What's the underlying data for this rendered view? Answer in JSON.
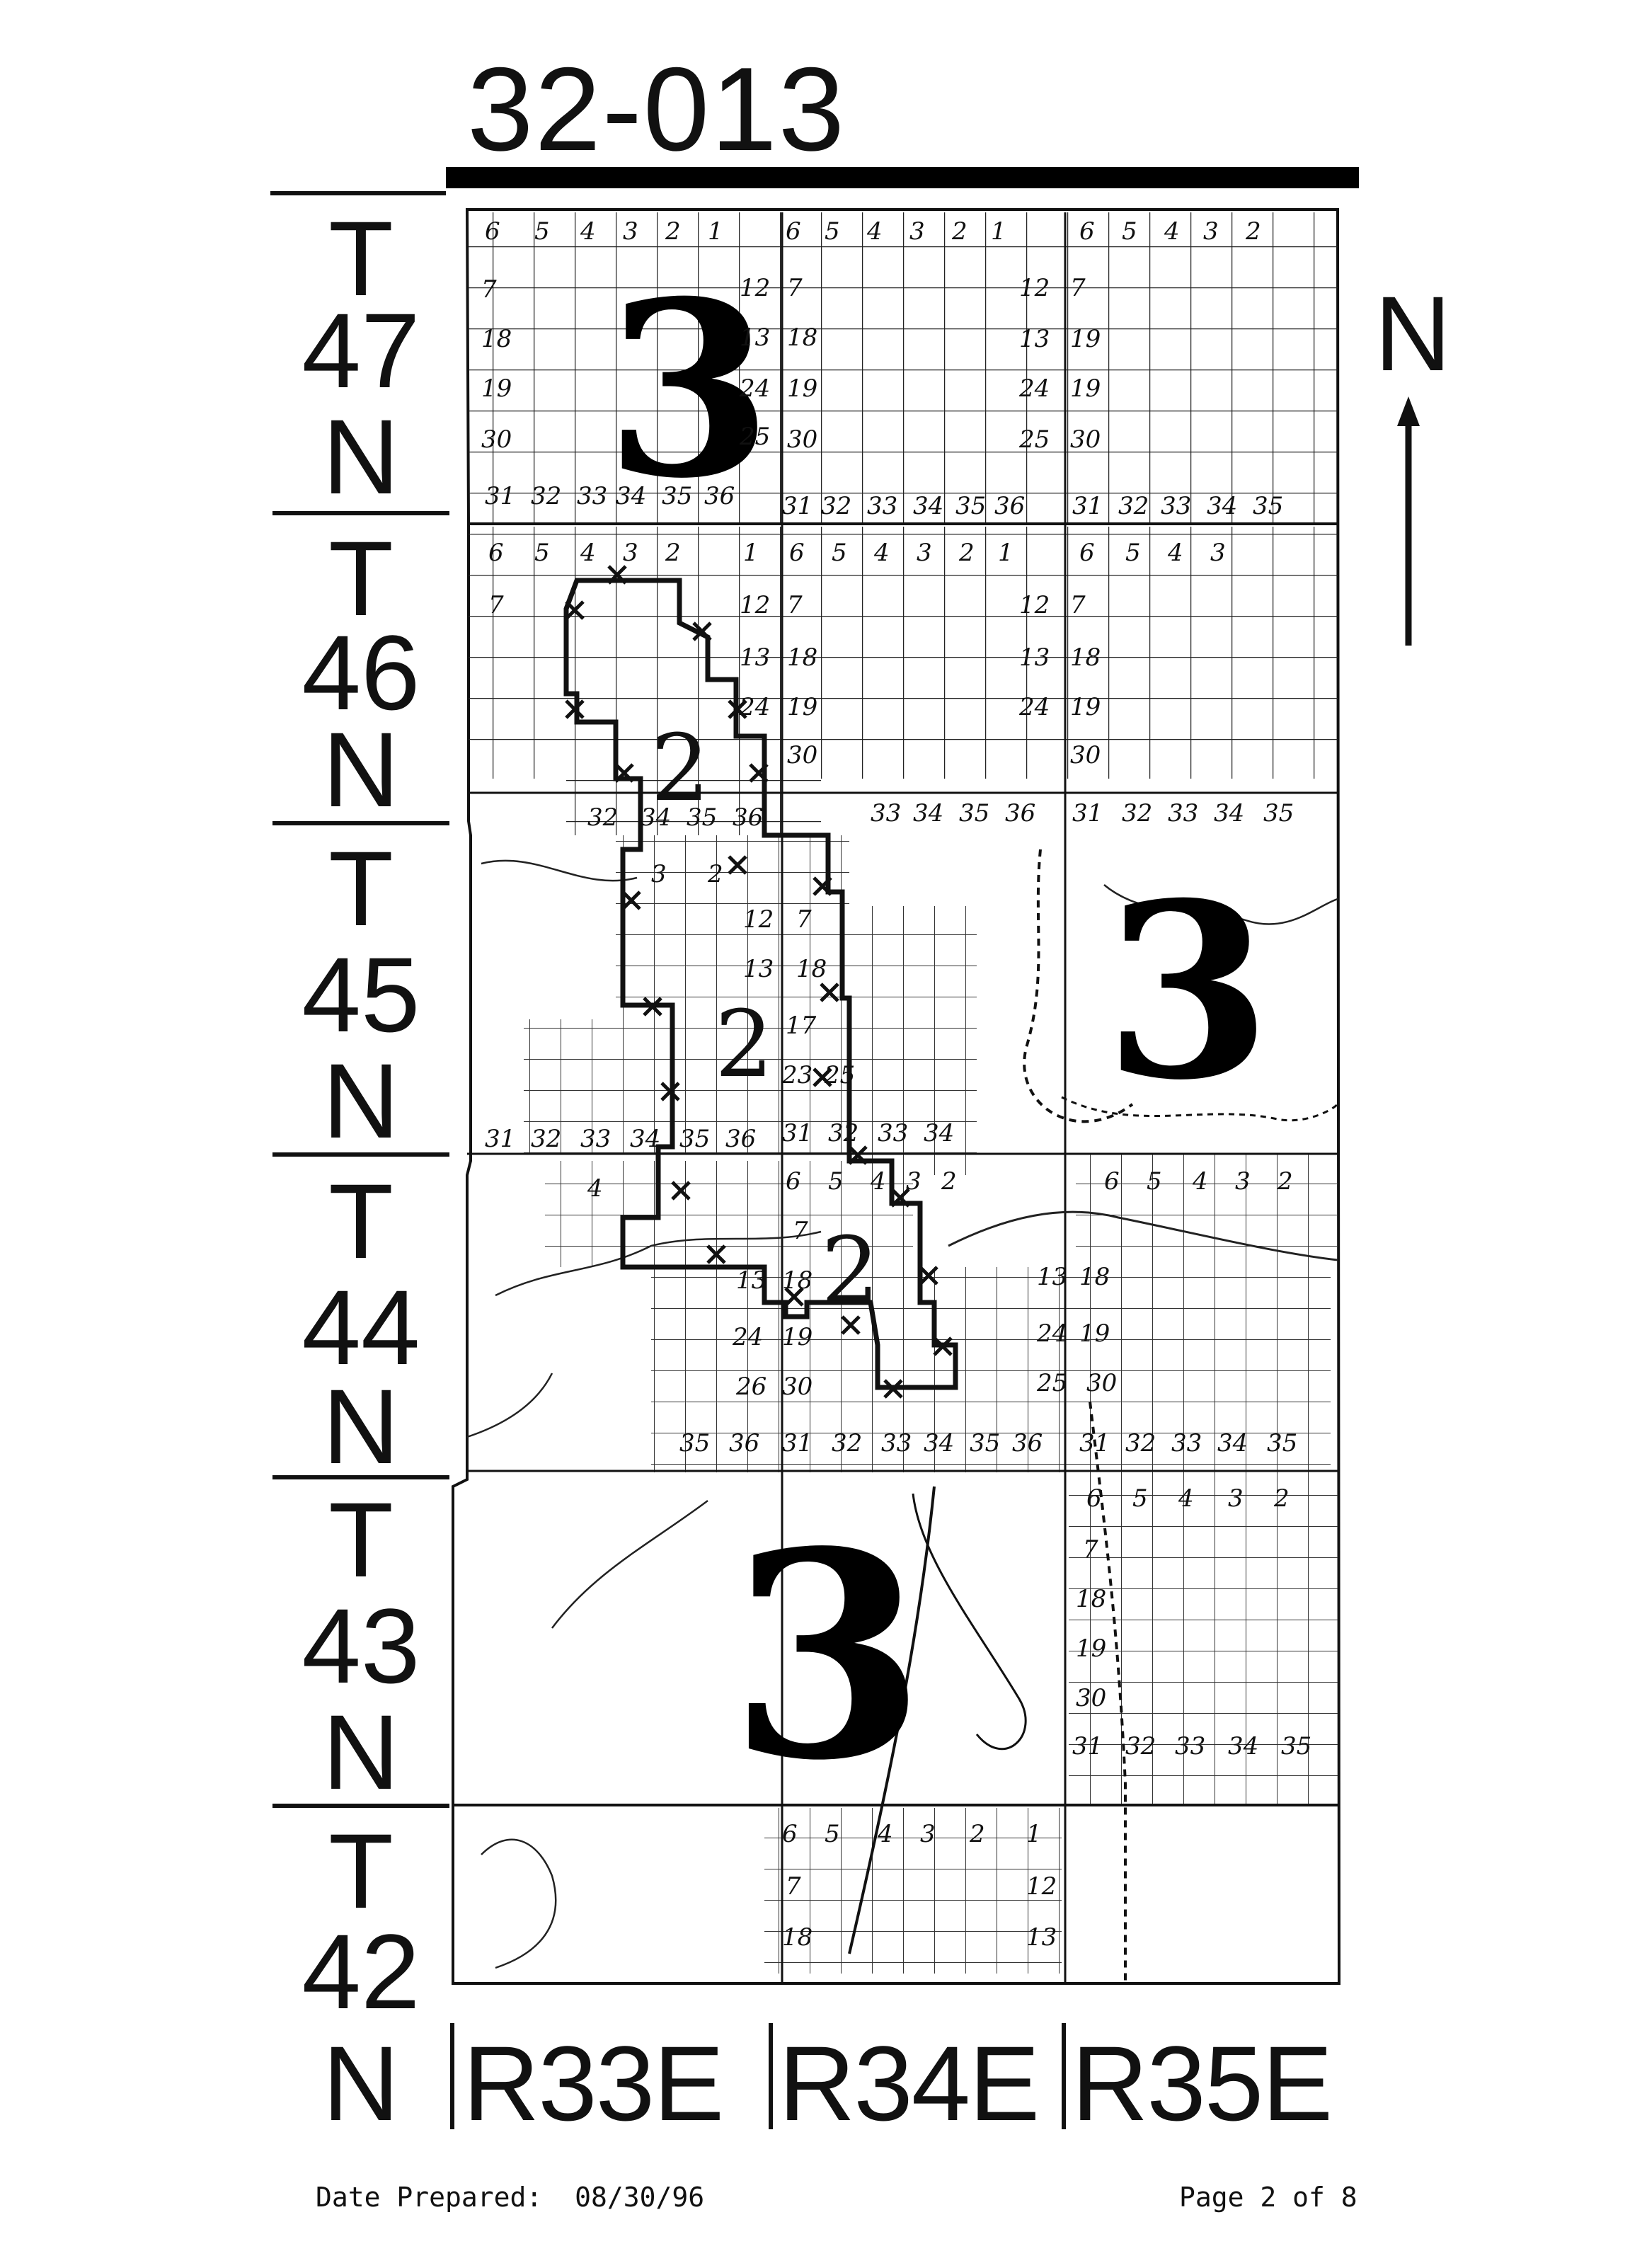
{
  "title": "32-013",
  "townships": [
    "T",
    "47",
    "N",
    "T",
    "46",
    "N",
    "T",
    "45",
    "N",
    "T",
    "44",
    "N",
    "T",
    "43",
    "N",
    "T",
    "42",
    "N"
  ],
  "ranges": [
    "R33E",
    "R34E",
    "R35E"
  ],
  "north_arrow": {
    "label": "N",
    "icon": "arrow-up-icon"
  },
  "zones": [
    "3",
    "3",
    "3",
    "2",
    "2",
    "2"
  ],
  "sections": {
    "t47_top": [
      "6",
      "5",
      "4",
      "3",
      "2",
      "1",
      "6",
      "5",
      "4",
      "3",
      "2",
      "1",
      "6",
      "5",
      "4",
      "3",
      "2"
    ],
    "t47_left": [
      "7",
      "18",
      "19",
      "30"
    ],
    "t47_mid": [
      "12",
      "13",
      "24",
      "25",
      "7",
      "18",
      "19",
      "30"
    ],
    "t47_right": [
      "12",
      "7",
      "13",
      "19",
      "24",
      "19",
      "25",
      "30"
    ],
    "t47_bottom": [
      "31",
      "32",
      "33",
      "34",
      "35",
      "36",
      "31",
      "32",
      "33",
      "34",
      "35",
      "36",
      "31",
      "32",
      "33",
      "34",
      "35"
    ],
    "t46_top": [
      "6",
      "5",
      "4",
      "3",
      "2",
      "1",
      "6",
      "5",
      "4",
      "3",
      "2",
      "1",
      "6",
      "5",
      "4",
      "3"
    ],
    "t46_mid": [
      "7",
      "12",
      "7",
      "13",
      "18",
      "24",
      "19",
      "12",
      "7",
      "13",
      "18",
      "24",
      "19",
      "30",
      "30"
    ],
    "t46_bottom": [
      "32",
      "34",
      "35",
      "36",
      "33",
      "34",
      "35",
      "36",
      "31",
      "32",
      "33",
      "34",
      "35"
    ],
    "t45_labels": [
      "3",
      "2",
      "12",
      "7",
      "13",
      "18",
      "17",
      "23",
      "25"
    ],
    "t45_bottom": [
      "31",
      "32",
      "33",
      "34",
      "35",
      "36",
      "31",
      "32",
      "33",
      "34"
    ],
    "t44_top": [
      "6",
      "5",
      "4",
      "3",
      "2",
      "6",
      "5",
      "4",
      "3",
      "2"
    ],
    "t44_mid": [
      "4",
      "7",
      "13",
      "18",
      "24",
      "19",
      "26",
      "30",
      "13",
      "18",
      "24",
      "19",
      "25",
      "30"
    ],
    "t44_bottom": [
      "35",
      "36",
      "31",
      "32",
      "33",
      "34",
      "35",
      "36",
      "31",
      "32",
      "33",
      "34",
      "35"
    ],
    "t43_right": [
      "6",
      "5",
      "4",
      "3",
      "2",
      "7",
      "18",
      "19",
      "30",
      "31",
      "32",
      "33",
      "34",
      "35"
    ],
    "t42_grid": [
      "6",
      "5",
      "4",
      "3",
      "2",
      "1",
      "7",
      "12",
      "18",
      "13"
    ]
  },
  "footer": {
    "date_label": "Date Prepared:",
    "date_value": "08/30/96",
    "page": "Page 2 of 8"
  }
}
